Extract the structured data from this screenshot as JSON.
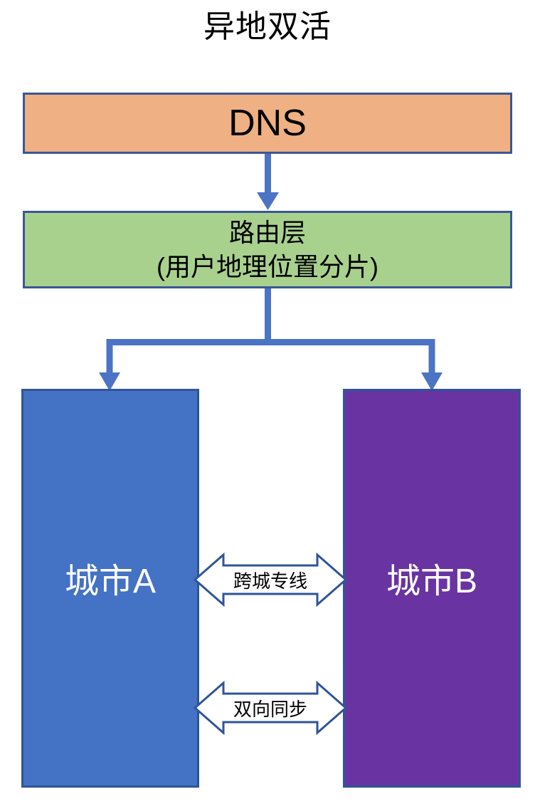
{
  "diagram": {
    "title": "异地双活",
    "nodes": {
      "dns": {
        "label": "DNS",
        "fill": "#EFB183",
        "border": "#3A5795"
      },
      "routing": {
        "label_line1": "路由层",
        "label_line2": "(用户地理位置分片)",
        "fill": "#A9D18E",
        "border": "#3A5795"
      },
      "city_a": {
        "label": "城市A",
        "fill": "#4472C4",
        "border": "#2F5597",
        "text_color": "#FFFFFF"
      },
      "city_b": {
        "label": "城市B",
        "fill": "#6933A2",
        "border": "#2F5597",
        "text_color": "#FFFFFF"
      }
    },
    "links": {
      "cross_city_line": {
        "label": "跨城专线"
      },
      "bidirectional_sync": {
        "label": "双向同步"
      }
    },
    "colors": {
      "background": "#FFFFFF",
      "text_dark": "#000000",
      "text_light": "#FFFFFF",
      "connector_arrow": "#4C74C4",
      "double_arrow_outline": "#2F5597",
      "double_arrow_fill": "#FFFFFF"
    }
  }
}
